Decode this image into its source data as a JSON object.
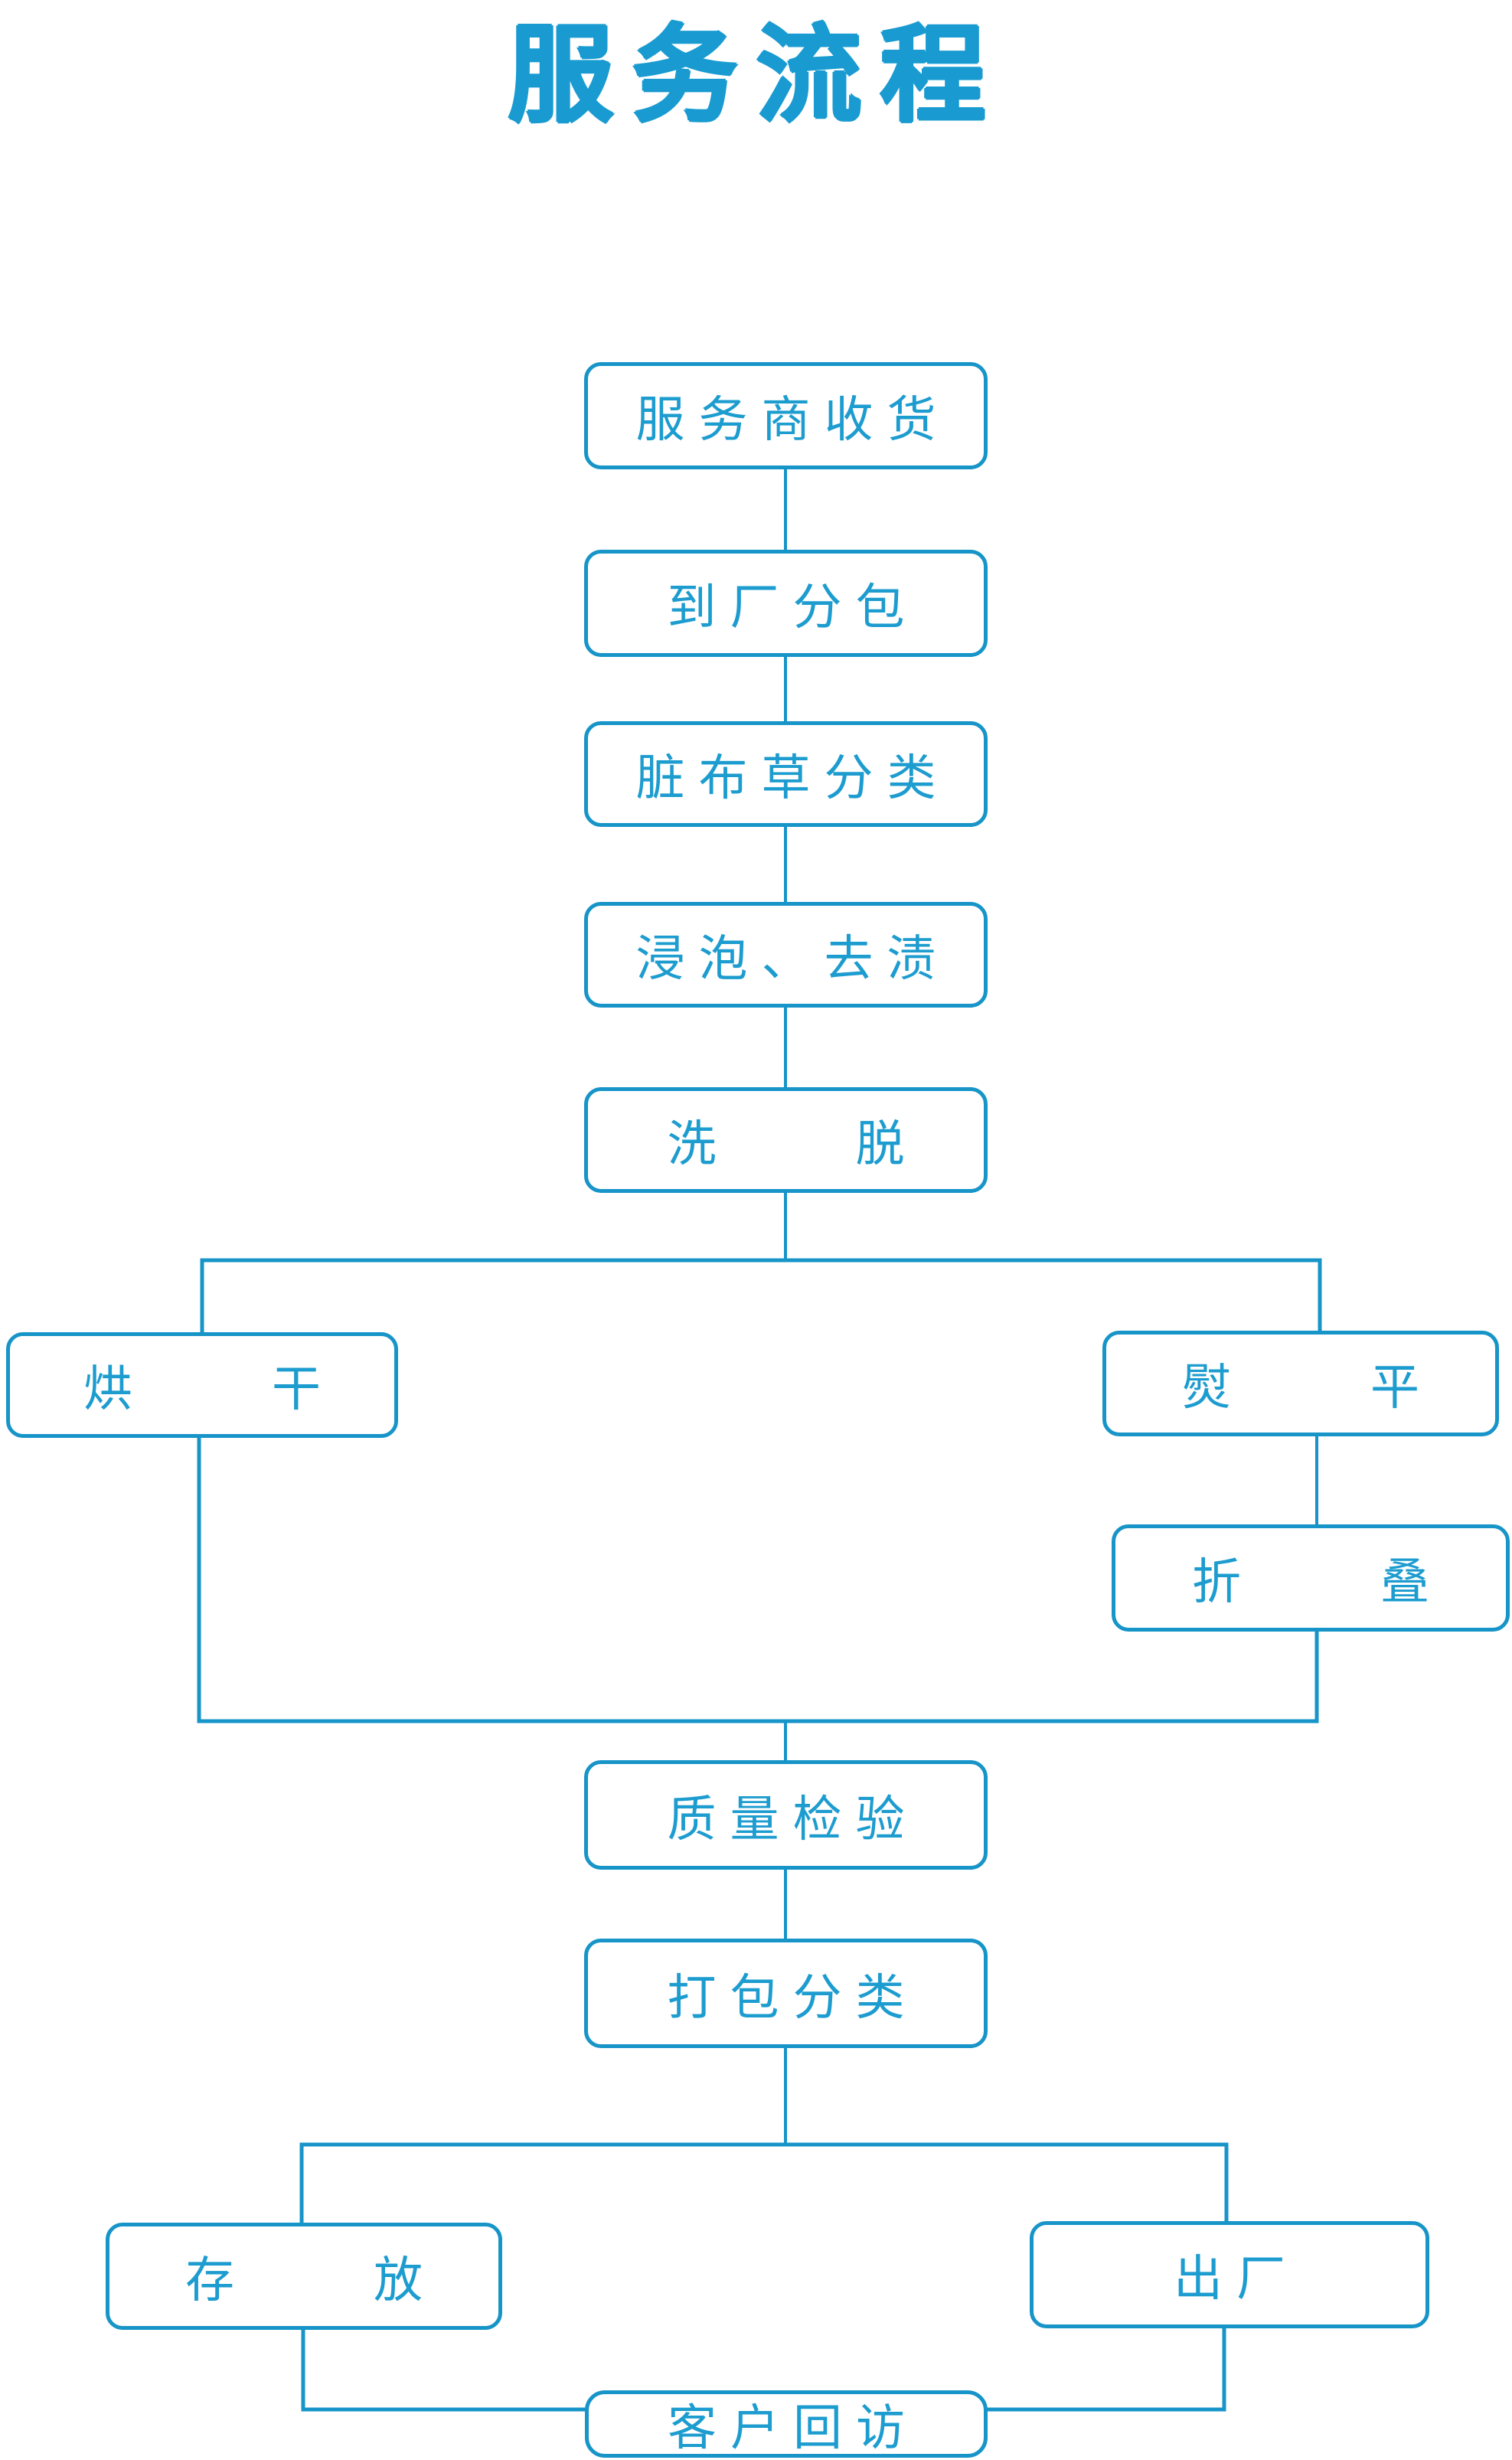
{
  "title": "服务流程",
  "accent": {
    "line_color": "#1794c8",
    "box_border_color": "#1794c8",
    "box_text_color": "#1d9ccf",
    "title_color": "#199bd1",
    "background": "#ffffff"
  },
  "nodes": {
    "receive": {
      "label": "服务商收货"
    },
    "unpack": {
      "label": "到厂分包"
    },
    "sort": {
      "label": "脏布草分类"
    },
    "soak": {
      "label": "浸泡、去渍"
    },
    "wash": {
      "label": "洗　　脱"
    },
    "dry": {
      "label": "烘　　干"
    },
    "iron": {
      "label": "熨　　平"
    },
    "fold": {
      "label": "折　　叠"
    },
    "qc": {
      "label": "质量检验"
    },
    "pack": {
      "label": "打包分类"
    },
    "store": {
      "label": "存　　放"
    },
    "ship": {
      "label": "出厂"
    },
    "visit": {
      "label": "客户回访"
    }
  },
  "edges": [
    {
      "from": "服务商收货",
      "to": "到厂分包"
    },
    {
      "from": "到厂分包",
      "to": "脏布草分类"
    },
    {
      "from": "脏布草分类",
      "to": "浸泡、去渍"
    },
    {
      "from": "浸泡、去渍",
      "to": "洗脱"
    },
    {
      "from": "洗脱",
      "to": "烘干"
    },
    {
      "from": "洗脱",
      "to": "熨平"
    },
    {
      "from": "熨平",
      "to": "折叠"
    },
    {
      "from": "烘干",
      "to": "质量检验"
    },
    {
      "from": "折叠",
      "to": "质量检验"
    },
    {
      "from": "质量检验",
      "to": "打包分类"
    },
    {
      "from": "打包分类",
      "to": "存放"
    },
    {
      "from": "打包分类",
      "to": "出厂"
    },
    {
      "from": "存放",
      "to": "客户回访"
    },
    {
      "from": "出厂",
      "to": "客户回访"
    }
  ]
}
